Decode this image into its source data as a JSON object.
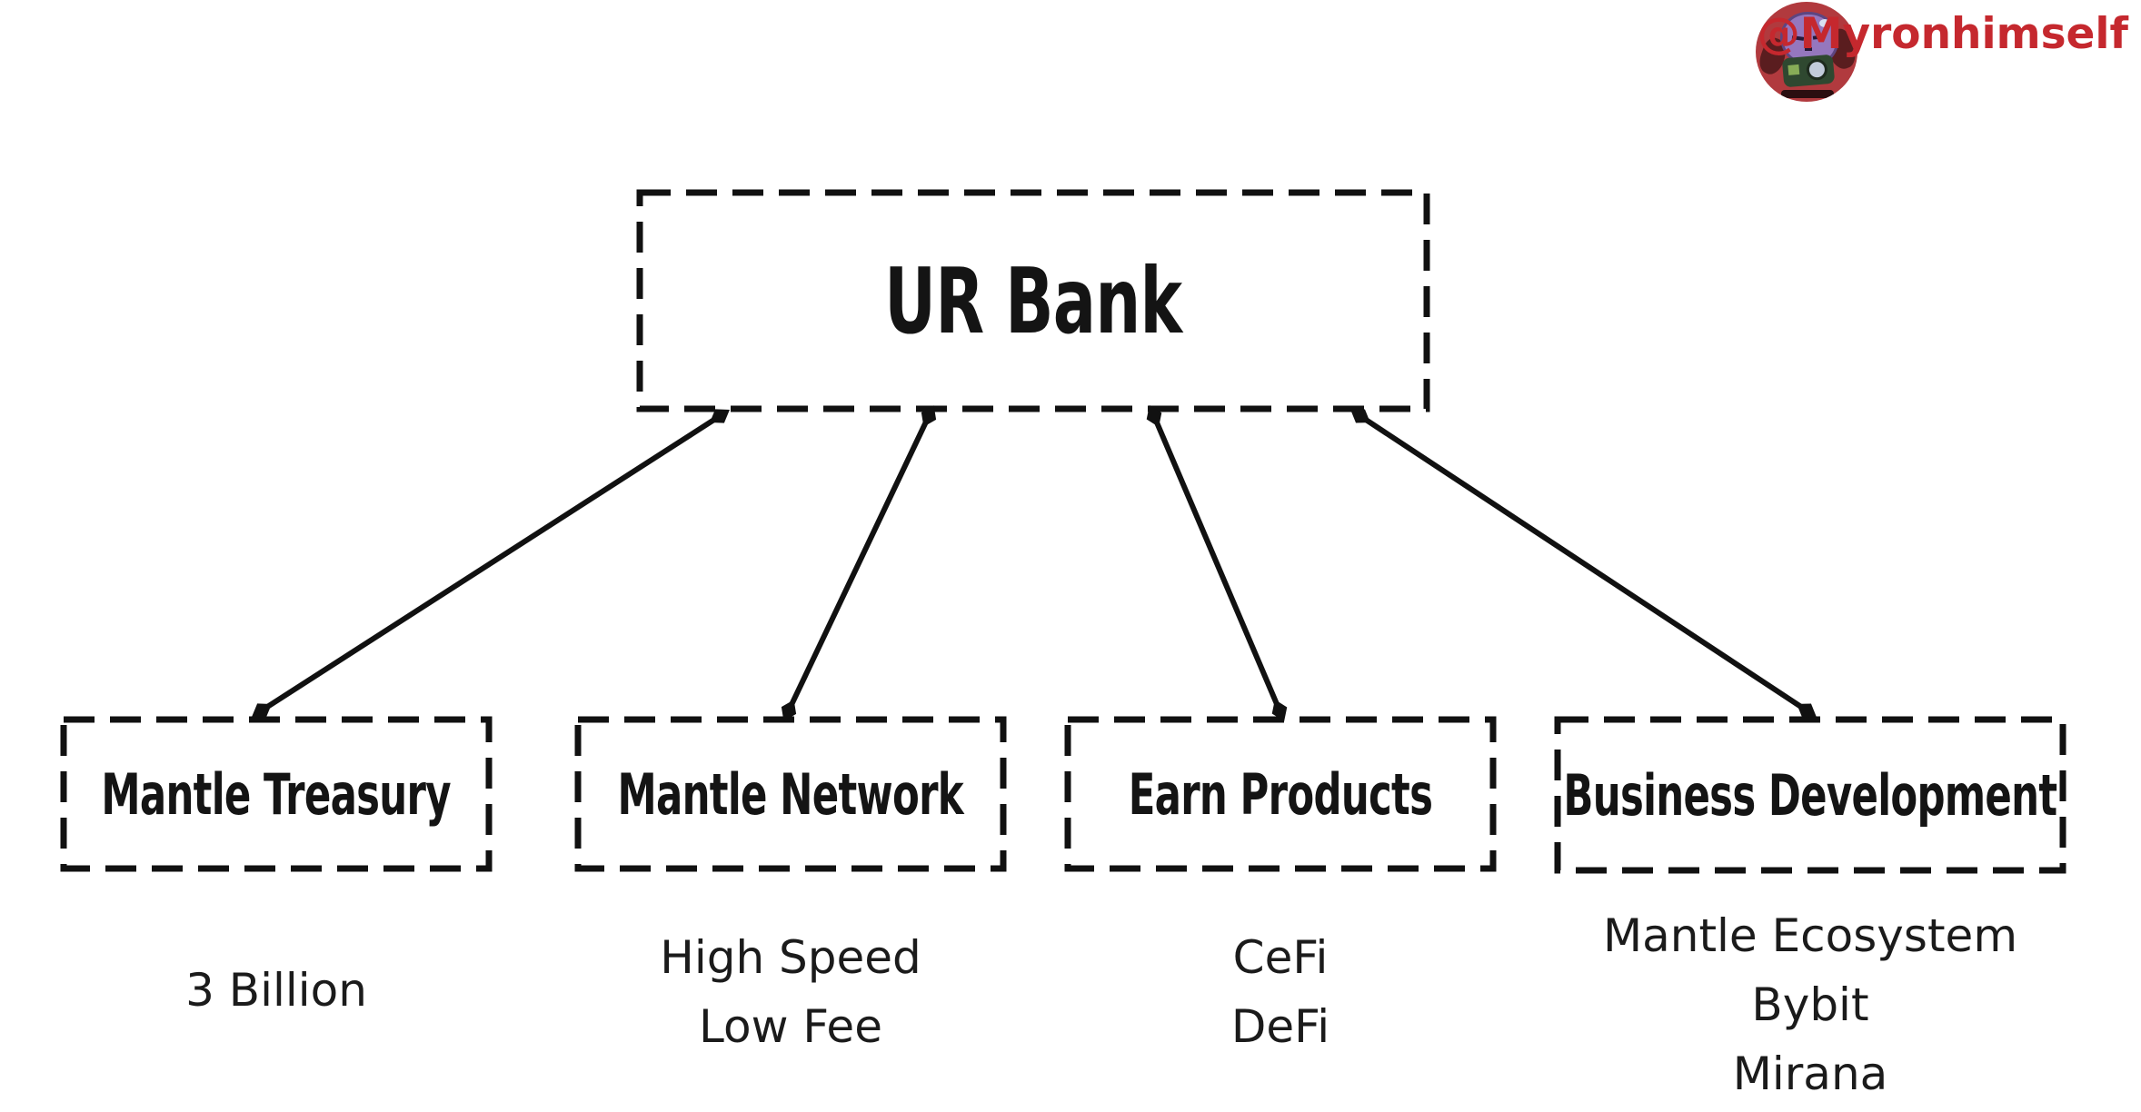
{
  "header": {
    "handle": "@Myronhimself",
    "handle_color": "#C5282E",
    "avatar_icon": "pixel-creature-avatar-icon"
  },
  "diagram": {
    "type": "org-chart",
    "colors": {
      "stroke": "#111111",
      "text": "#141414",
      "background": "#ffffff"
    },
    "root": {
      "id": "ur-bank",
      "label": "UR Bank"
    },
    "children": [
      {
        "id": "mantle-treasury",
        "label": "Mantle Treasury",
        "caption_lines": [
          "3 Billion"
        ]
      },
      {
        "id": "mantle-network",
        "label": "Mantle Network",
        "caption_lines": [
          "High Speed",
          "Low Fee"
        ]
      },
      {
        "id": "earn-products",
        "label": "Earn Products",
        "caption_lines": [
          "CeFi",
          "DeFi"
        ]
      },
      {
        "id": "business-development",
        "label": "Business Development",
        "caption_lines": [
          "Mantle Ecosystem",
          "Bybit",
          "Mirana"
        ]
      }
    ],
    "edges": [
      {
        "from": "ur-bank",
        "to": "mantle-treasury"
      },
      {
        "from": "ur-bank",
        "to": "mantle-network"
      },
      {
        "from": "ur-bank",
        "to": "earn-products"
      },
      {
        "from": "ur-bank",
        "to": "business-development"
      }
    ]
  }
}
